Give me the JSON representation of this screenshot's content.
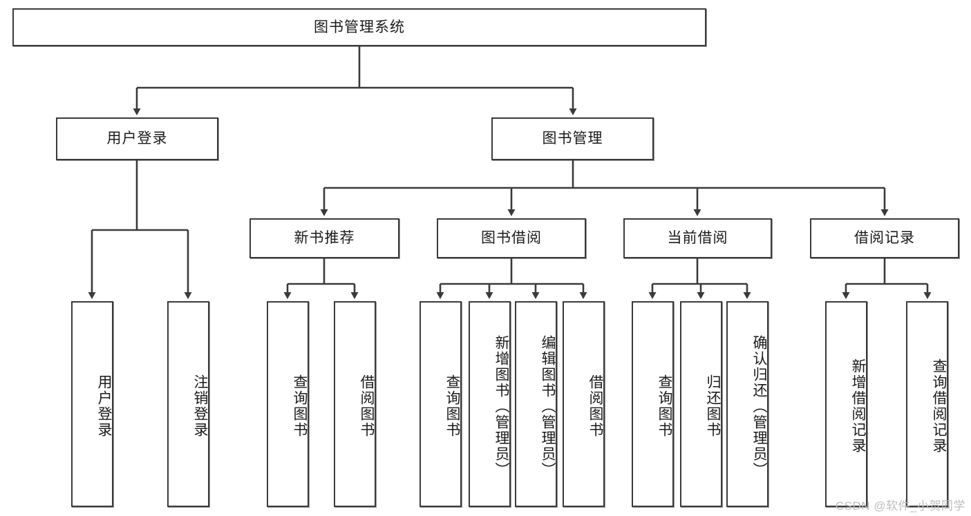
{
  "diagram": {
    "title": "图书管理系统",
    "watermark": "CSDN @软件_小贺同学",
    "style": {
      "border_color": "#3a3a3a",
      "background": "#ffffff",
      "text_color": "#1a1a1a",
      "watermark_color": "#bdbdbd"
    },
    "root": {
      "label": "图书管理系统"
    },
    "level2": [
      {
        "label": "用户登录"
      },
      {
        "label": "图书管理"
      }
    ],
    "level3": [
      {
        "label": "新书推荐"
      },
      {
        "label": "图书借阅"
      },
      {
        "label": "当前借阅"
      },
      {
        "label": "借阅记录"
      }
    ],
    "leaves": {
      "user_login": [
        {
          "label": "用户登录"
        },
        {
          "label": "注销登录"
        }
      ],
      "new_book_recommend": [
        {
          "label": "查询图书"
        },
        {
          "label": "借阅图书"
        }
      ],
      "book_borrow": [
        {
          "label": "查询图书"
        },
        {
          "label": "新增图书（管理员）"
        },
        {
          "label": "编辑图书（管理员）"
        },
        {
          "label": "借阅图书"
        }
      ],
      "current_borrow": [
        {
          "label": "查询图书"
        },
        {
          "label": "归还图书"
        },
        {
          "label": "确认归还（管理员）"
        }
      ],
      "borrow_record": [
        {
          "label": "新增借阅记录"
        },
        {
          "label": "查询借阅记录"
        }
      ]
    }
  }
}
